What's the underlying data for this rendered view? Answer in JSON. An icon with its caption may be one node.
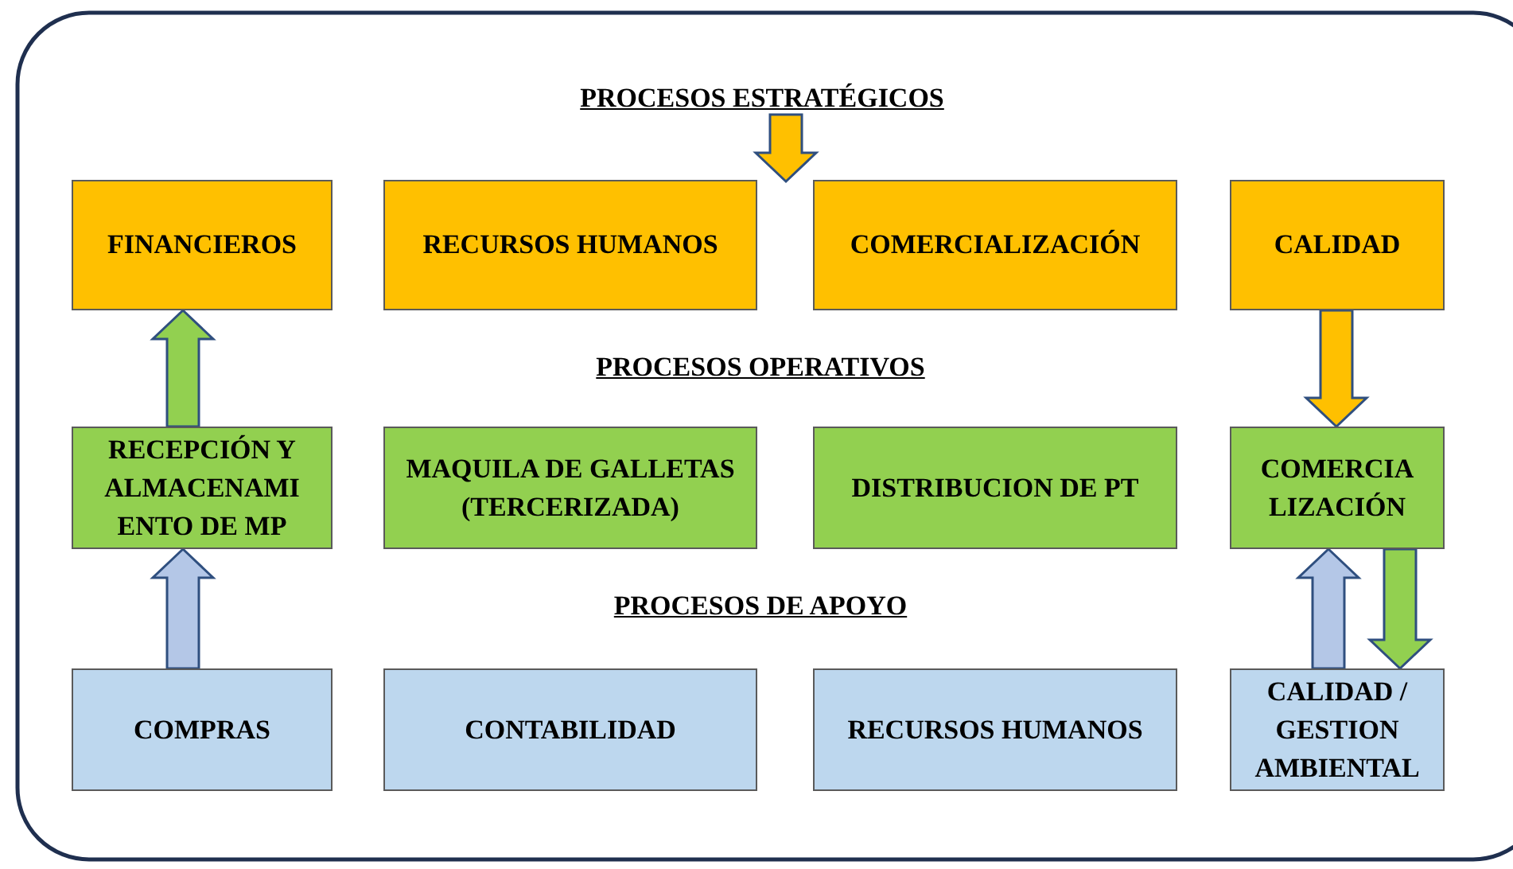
{
  "diagram": {
    "nodes": [
      {
        "text": [
          "FINANCIEROS"
        ]
      },
      {
        "text": [
          "RECURSOS HUMANOS"
        ]
      },
      {
        "text": [
          "COMERCIALIZACIÓN"
        ]
      },
      {
        "text": [
          "CALIDAD"
        ]
      },
      {
        "text": [
          "RECEPCIÓN Y ALMACENAMI ENTO DE MP"
        ]
      },
      {
        "text": [
          "MAQUILA DE GALLETAS (TERCERIZADA)"
        ]
      },
      {
        "text": [
          "DISTRIBUCION DE PT"
        ]
      },
      {
        "text": [
          "COMERCIA LIZACIÓN"
        ]
      },
      {
        "text": [
          "COMPRAS"
        ]
      },
      {
        "text": [
          "CONTABILIDAD"
        ]
      },
      {
        "text": [
          "RECURSOS HUMANOS"
        ]
      },
      {
        "text": [
          "CALIDAD / GESTION AMBIENTAL"
        ]
      },
      {
        "text": [
          "PROCESOS ESTRATÉGICOS"
        ]
      }
    ],
    "edges": [
      {
        "from": 4,
        "to": 0,
        "arrow": "to",
        "style": "thick",
        "color": "#92d050"
      },
      {
        "from": 8,
        "to": 4,
        "arrow": "to",
        "style": "thick",
        "color": "#b4c7e7"
      },
      {
        "from": 3,
        "to": 7,
        "arrow": "to",
        "style": "thick",
        "color": "#ffc000"
      },
      {
        "from": 11,
        "to": 7,
        "arrow": "to",
        "style": "thick",
        "color": "#b4c7e7"
      },
      {
        "from": 7,
        "to": 11,
        "arrow": "to",
        "style": "thick",
        "color": "#92d050"
      },
      {
        "from": 12,
        "to": null,
        "arrow": "to",
        "style": "thick",
        "color": "#ffc000"
      }
    ],
    "labels": [
      "PROCESOS OPERATIVOS",
      "PROCESOS DE APOYO"
    ]
  }
}
